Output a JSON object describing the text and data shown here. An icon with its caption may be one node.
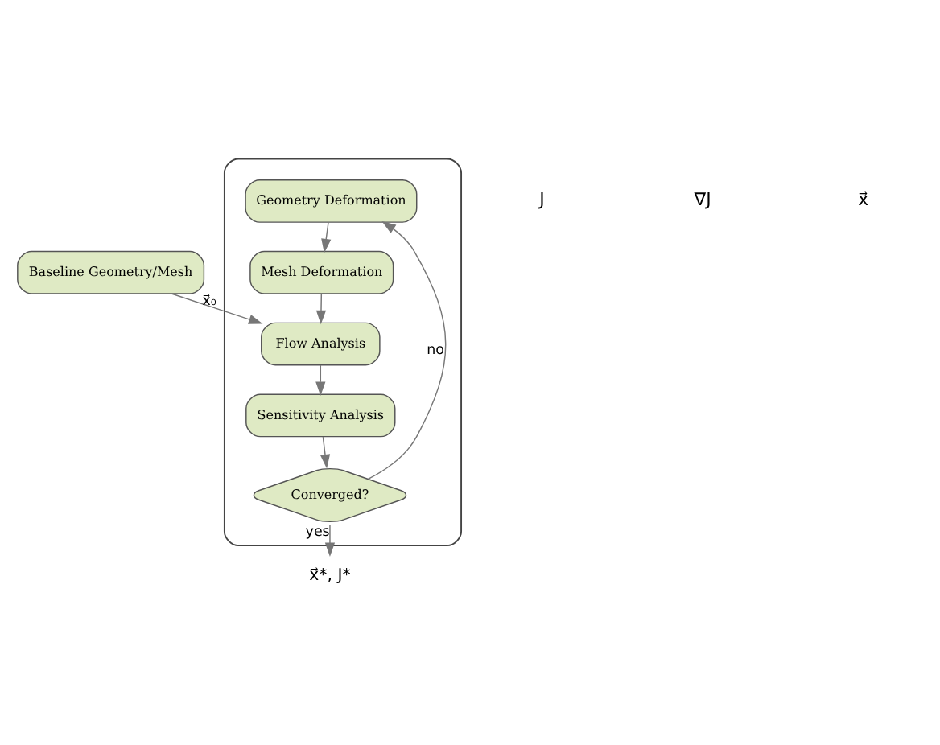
{
  "diagram": {
    "nodes": [
      {
        "text": [
          "Baseline Geometry/Mesh"
        ]
      },
      {
        "text": [],
        "shape": "box"
      },
      {
        "text": [
          "Geometry Deformation"
        ],
        "in": 1
      },
      {
        "text": [
          "Mesh Deformation"
        ],
        "in": 1
      },
      {
        "text": [
          "Flow Analysis"
        ],
        "in": 1
      },
      {
        "text": [
          "Sensitivity Analysis"
        ],
        "in": 1
      },
      {
        "text": [
          "Converged?"
        ],
        "in": 1
      },
      {
        "text": [
          "x⃗*, J*"
        ]
      }
    ],
    "edges": [
      {
        "from": 0,
        "to": 4,
        "arrow": "to",
        "label": "x⃗₀"
      },
      {
        "from": 2,
        "to": 3,
        "arrow": "to"
      },
      {
        "from": 3,
        "to": 4,
        "arrow": "to"
      },
      {
        "from": 4,
        "to": 5,
        "arrow": "to"
      },
      {
        "from": 5,
        "to": 6,
        "arrow": "to"
      },
      {
        "from": 6,
        "to": 7,
        "arrow": "to",
        "label": "yes"
      },
      {
        "from": 6,
        "to": 2,
        "arrow": "to",
        "label": "no"
      }
    ],
    "labels": [
      "J",
      "∇J",
      "x⃗"
    ]
  }
}
